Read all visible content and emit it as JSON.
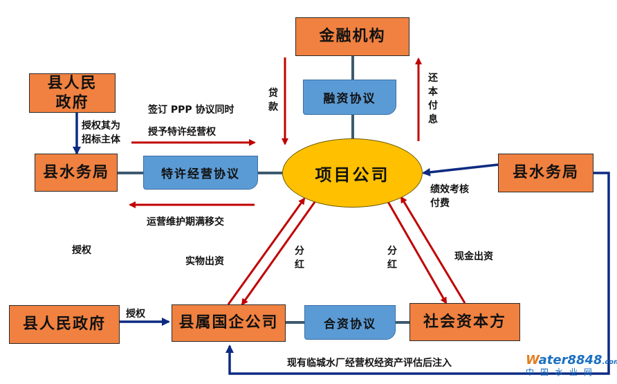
{
  "nodes": {
    "financial_institution": "金融机构",
    "county_gov_top": "县人民\n政府",
    "county_water_left": "县水务局",
    "county_water_right": "县水务局",
    "project_company": "项目公司",
    "county_gov_bottom": "县人民政府",
    "soe_company": "县属国企公司",
    "social_capital": "社会资本方"
  },
  "documents": {
    "financing_agreement": "融资协议",
    "franchise_agreement": "特许经营协议",
    "jv_agreement": "合资协议"
  },
  "labels": {
    "loan": "贷款",
    "repay": "还本付息",
    "authorize_bidder": "授权其为\n招标主体",
    "sign_ppp": "签订 PPP 协议同时",
    "grant_franchise": "授予特许经营权",
    "transfer_on_expiry": "运营维护期满移交",
    "performance_pay": "绩效考核\n付费",
    "authorize_mid": "授权",
    "in_kind": "实物出资",
    "dividend_left": "分红",
    "dividend_right": "分红",
    "cash_contrib": "现金出资",
    "authorize_bottom": "授权",
    "inject_assets": "现有临城水厂经营权经资产评估后注入"
  },
  "watermark": {
    "brand_w": "W",
    "brand_rest": "ater8848",
    "brand_suffix": ".com",
    "sub": "中国水业网"
  },
  "colors": {
    "box_fill": "#f08140",
    "doc_fill": "#5b9bd5",
    "ellipse_fill": "#ffc000",
    "red_arrow": "#c00000",
    "navy_arrow": "#0d2a82",
    "connector": "#3d5a6e"
  }
}
